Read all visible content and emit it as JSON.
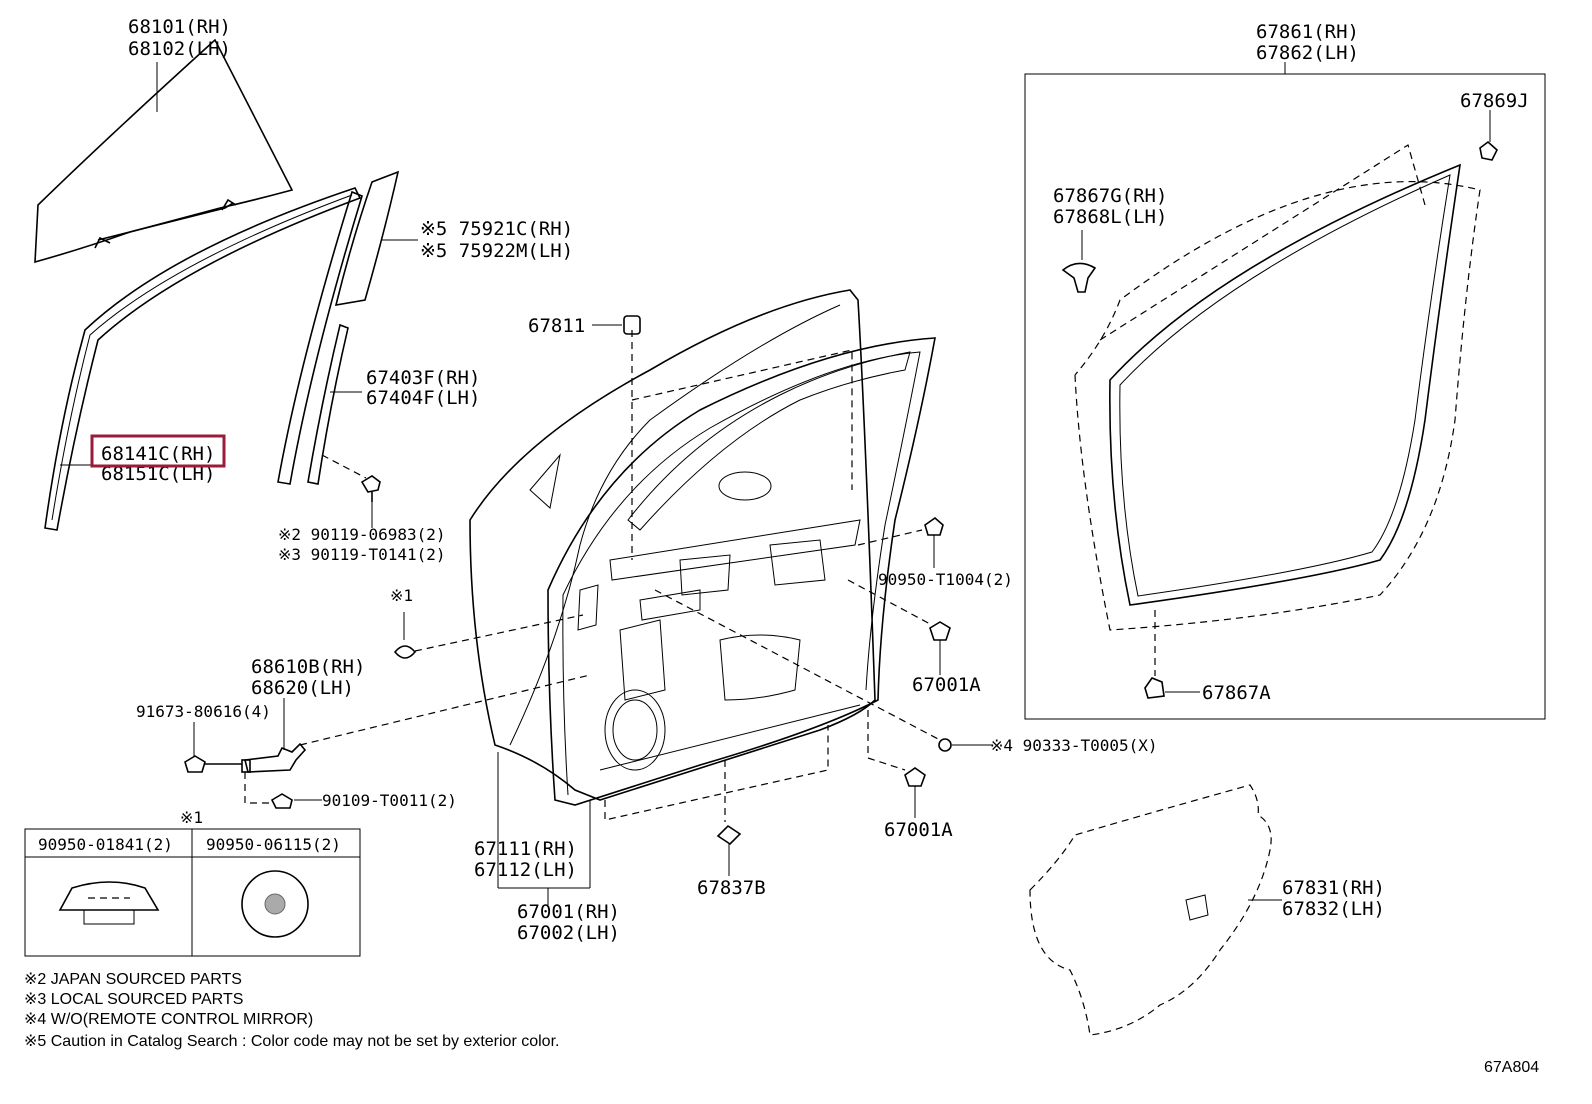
{
  "labels": {
    "glass": [
      "68101(RH)",
      "68102(LH)"
    ],
    "molding": [
      "※5 75921C(RH)",
      "※5 75922M(LH)"
    ],
    "run_channel": [
      "67403F(RH)",
      "67404F(LH)"
    ],
    "front_channel": [
      "68141C(RH)",
      "68151C(LH)"
    ],
    "bolt_a": [
      "※2 90119-06983(2)",
      "※3 90119-T0141(2)"
    ],
    "cushion": "67811",
    "plug_note": "※1",
    "clip_a": "90950-T1004(2)",
    "stopper_a": "67001A",
    "stopper_b": "67001A",
    "check": [
      "68610B(RH)",
      "68620(LH)"
    ],
    "bolt_b": "91673-80616(4)",
    "bolt_c": "90109-T0011(2)",
    "hole_plug": "※4 90333-T0005(X)",
    "panel": [
      "67111(RH)",
      "67112(LH)"
    ],
    "door_assy": [
      "67001(RH)",
      "67002(LH)"
    ],
    "clip_b": "67837B",
    "weatherstrip": [
      "67861(RH)",
      "67862(LH)"
    ],
    "clip_c": "67869J",
    "clip_d": [
      "67867G(RH)",
      "67868L(LH)"
    ],
    "clip_e": "67867A",
    "cover": [
      "67831(RH)",
      "67832(LH)"
    ]
  },
  "table": {
    "note": "※1",
    "headers": [
      "90950-01841(2)",
      "90950-06115(2)"
    ]
  },
  "notes": [
    "※2 JAPAN SOURCED PARTS",
    "※3 LOCAL SOURCED PARTS",
    "※4 W/O(REMOTE CONTROL MIRROR)",
    "※5 Caution in Catalog Search : Color code may not be set by exterior color."
  ],
  "figure_code": "67A804",
  "highlight_color": "#9a1b3a"
}
